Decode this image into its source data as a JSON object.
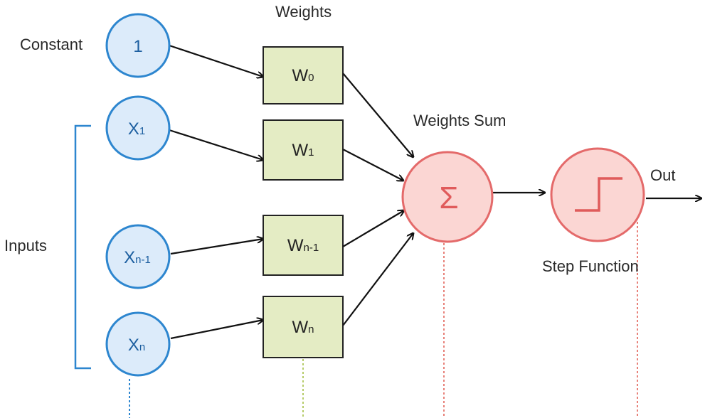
{
  "labels": {
    "constant": "Constant",
    "inputs": "Inputs",
    "weights": "Weights",
    "weights_sum": "Weights Sum",
    "step_function": "Step Function",
    "out": "Out"
  },
  "inputs": [
    {
      "main": "1",
      "sub": ""
    },
    {
      "main": "X",
      "sub": "1"
    },
    {
      "main": "X",
      "sub": "n-1"
    },
    {
      "main": "X",
      "sub": "n"
    }
  ],
  "weights": [
    {
      "main": "W",
      "sub": "0"
    },
    {
      "main": "W",
      "sub": "1"
    },
    {
      "main": "W",
      "sub": "n-1"
    },
    {
      "main": "W",
      "sub": "n"
    }
  ],
  "sum_symbol": "Σ",
  "colors": {
    "input_fill": "#dcebfa",
    "input_stroke": "#2d86cf",
    "weight_fill": "#e4ecc4",
    "node_fill": "#fbd6d3",
    "node_stroke": "#e46a6a"
  },
  "icons": {
    "step": "step-function-icon"
  }
}
